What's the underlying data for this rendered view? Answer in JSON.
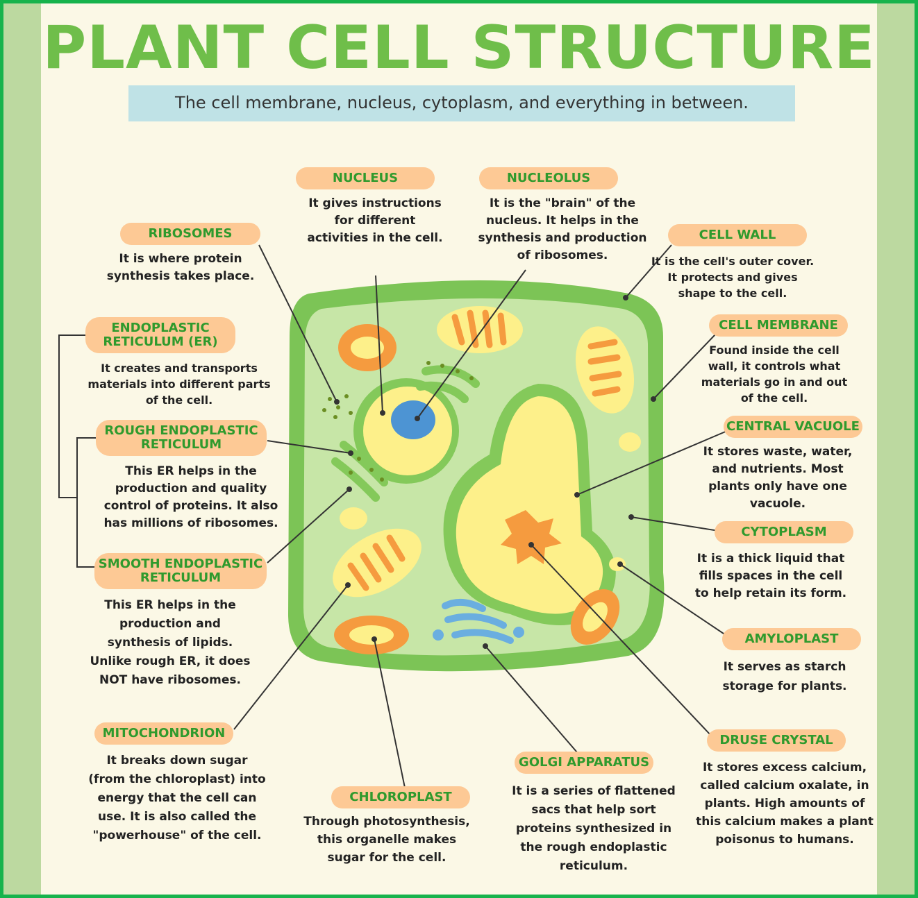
{
  "title": "PLANT CELL STRUCTURE",
  "subtitle": "The cell membrane, nucleus, cytoplasm, and everything in between.",
  "colors": {
    "frame": "#17b34c",
    "side_band": "#bcd9a0",
    "background": "#fbf8e6",
    "title": "#6fbe4a",
    "label_bg": "#fdc995",
    "label_text": "#2f9a2d",
    "cell_wall": "#7cc456",
    "cytoplasm": "#c7e6a7",
    "vacuole": "#fdf08a",
    "nucleus": "#4d94d3",
    "mitochondrion": "#f59b3f",
    "golgi": "#6aaee0"
  },
  "labels": {
    "nucleus": {
      "name": "NUCLEUS",
      "text": "It gives instructions for different activities in the cell."
    },
    "nucleolus": {
      "name": "NUCLEOLUS",
      "text": "It is the \"brain\" of the nucleus. It helps in the synthesis and production of ribosomes."
    },
    "ribosomes": {
      "name": "RIBOSOMES",
      "text": "It is where protein synthesis takes place."
    },
    "cell_wall": {
      "name": "CELL WALL",
      "text": "It is the cell's outer cover. It protects and gives shape to the cell."
    },
    "endoplastic_reticulum": {
      "name": "ENDOPLASTIC RETICULUM (ER)",
      "text": "It creates and transports materials into different parts of the cell."
    },
    "cell_membrane": {
      "name": "CELL MEMBRANE",
      "text": "Found inside the cell wall, it controls what materials go in and out of the cell."
    },
    "rough_er": {
      "name": "ROUGH ENDOPLASTIC RETICULUM",
      "text": "This ER helps in the production and quality control of proteins. It also has millions of ribosomes."
    },
    "central_vacuole": {
      "name": "CENTRAL VACUOLE",
      "text": "It stores waste, water, and nutrients. Most plants only have one vacuole."
    },
    "cytoplasm": {
      "name": "CYTOPLASM",
      "text": "It is a thick liquid that fills spaces in the cell to help retain its form."
    },
    "smooth_er": {
      "name": "SMOOTH ENDOPLASTIC RETICULUM",
      "text": "This ER helps in the production and synthesis of lipids. Unlike rough ER, it does NOT have ribosomes."
    },
    "amyloplast": {
      "name": "AMYLOPLAST",
      "text": "It serves as starch storage for plants."
    },
    "mitochondrion": {
      "name": "MITOCHONDRION",
      "text": "It breaks down sugar (from the chloroplast) into energy that the cell can use. It is also called the \"powerhouse\" of the cell."
    },
    "druse_crystal": {
      "name": "DRUSE CRYSTAL",
      "text": "It stores excess calcium, called calcium oxalate, in plants. High amounts of this calcium makes a plant poisonus to humans."
    },
    "golgi_apparatus": {
      "name": "GOLGI APPARATUS",
      "text": "It is a series of flattened sacs that help sort proteins synthesized in the rough endoplastic reticulum."
    },
    "chloroplast": {
      "name": "CHLOROPLAST",
      "text": "Through photosynthesis, this organelle makes sugar for the cell."
    }
  }
}
